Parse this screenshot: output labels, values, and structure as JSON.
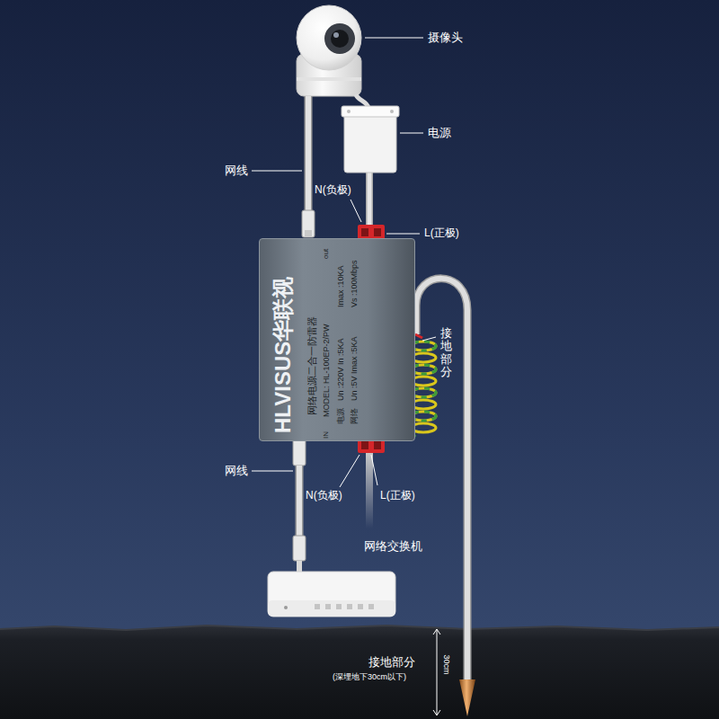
{
  "diagram": {
    "nodes": [
      {
        "text": [
          "HLVISUS华联视",
          "网络电源二合一防雷器",
          "MODEL: HL-100EP-2/PW",
          "电源",
          "Un :220V In :5KA",
          "Imax :10KA",
          "网络",
          "Un :5V Imax :5KA",
          "Vs :100Mbps",
          "out",
          "IN"
        ]
      }
    ],
    "labels": [
      "摄像头",
      "电源",
      "网线",
      "N(负极)",
      "L(正极)",
      "接地部分",
      "网线",
      "N(负极)",
      "L(正极)",
      "网络交换机",
      "接地部分",
      "(深埋地下30cm以下)",
      "30cm"
    ]
  }
}
